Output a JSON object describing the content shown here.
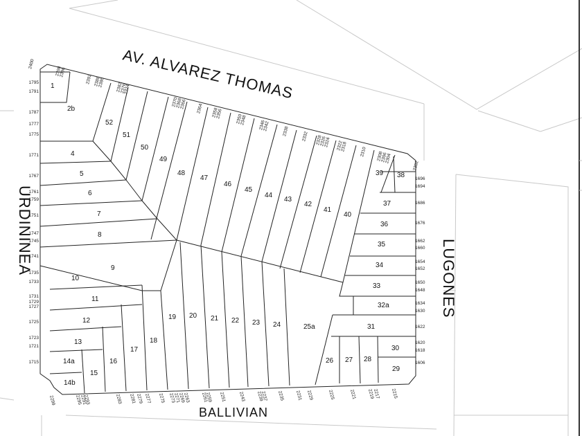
{
  "streets": {
    "north": "AV. ALVAREZ THOMAS",
    "west": "URDININEA",
    "east": "LUGONES",
    "south": "BALLIVIAN"
  },
  "lots": {
    "1": "1",
    "2b": "2b",
    "4": "4",
    "5": "5",
    "6": "6",
    "7": "7",
    "8": "8",
    "9": "9",
    "10": "10",
    "11": "11",
    "12": "12",
    "13": "13",
    "14a": "14a",
    "14b": "14b",
    "15": "15",
    "16": "16",
    "17": "17",
    "18": "18",
    "19": "19",
    "20": "20",
    "21": "21",
    "22": "22",
    "23": "23",
    "24": "24",
    "25a": "25a",
    "26": "26",
    "27": "27",
    "28": "28",
    "29": "29",
    "30": "30",
    "31": "31",
    "32a": "32a",
    "33": "33",
    "34": "34",
    "35": "35",
    "36": "36",
    "37": "37",
    "38": "38",
    "39": "39",
    "40": "40",
    "41": "41",
    "42": "42",
    "43": "43",
    "44": "44",
    "45": "45",
    "46": "46",
    "47": "47",
    "48": "48",
    "49": "49",
    "50": "50",
    "51": "51",
    "52": "52"
  },
  "addresses": {
    "north": [
      "2400",
      "2398",
      "2396",
      "2392",
      "2388",
      "2386",
      "2382",
      "2376",
      "2374",
      "2370",
      "2368",
      "2366",
      "2364",
      "2358",
      "2356",
      "2350",
      "2348",
      "2346",
      "2342",
      "2338",
      "2332",
      "2328",
      "2326",
      "2324",
      "2322",
      "2318",
      "2310",
      "2308",
      "2306",
      "2304",
      "2302"
    ],
    "west": [
      "1795",
      "1791",
      "1787",
      "1777",
      "1775",
      "1771",
      "1767",
      "1761",
      "1759",
      "1751",
      "1747",
      "1745",
      "1741",
      "1735",
      "1733",
      "1731",
      "1729",
      "1727",
      "1725",
      "1723",
      "1721",
      "1715"
    ],
    "east": [
      "1696",
      "1694",
      "1686",
      "1676",
      "1662",
      "1660",
      "1654",
      "1652",
      "1650",
      "1648",
      "1634",
      "1630",
      "1622",
      "1620",
      "1618",
      "1606"
    ],
    "south": [
      "2299",
      "2295",
      "2291",
      "2293",
      "2283",
      "2281",
      "2279",
      "2277",
      "2275",
      "2273",
      "2271",
      "2269",
      "2263",
      "2261",
      "2259",
      "2251",
      "2243",
      "2239",
      "2237",
      "2235",
      "2231",
      "2229",
      "2225",
      "2221",
      "2219",
      "2217",
      "2215"
    ]
  }
}
